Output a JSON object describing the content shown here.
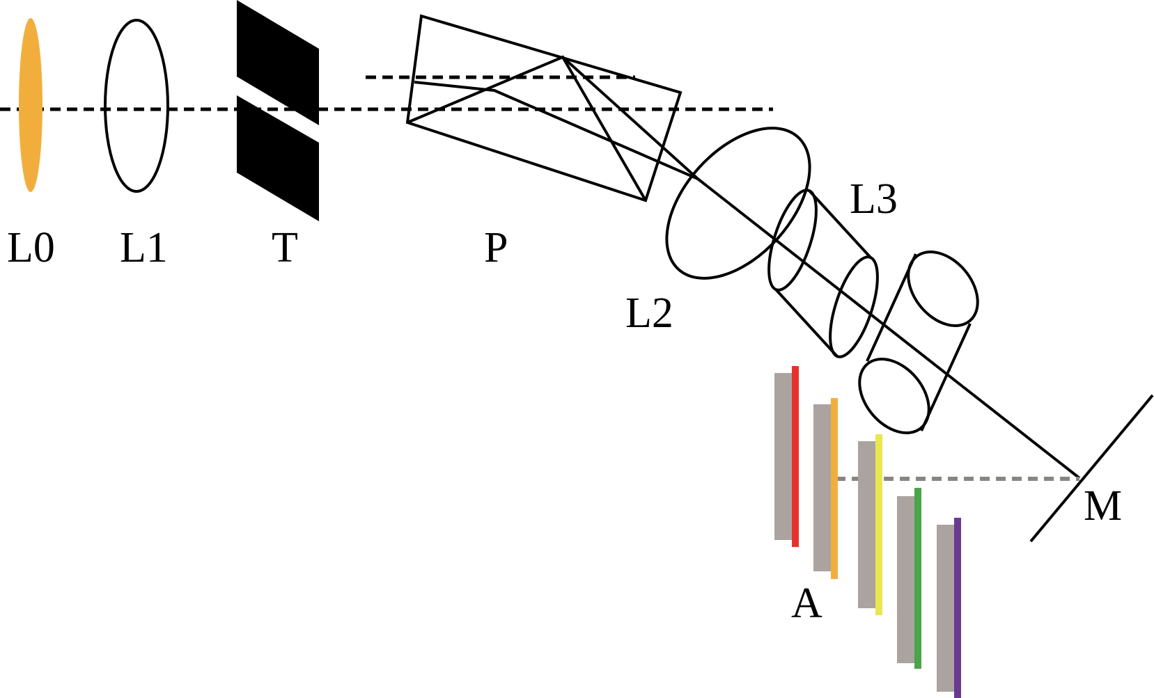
{
  "labels": {
    "l0": "L0",
    "l1": "L1",
    "t": "T",
    "p": "P",
    "l2": "L2",
    "l3": "L3",
    "a": "A",
    "m": "M"
  },
  "colors": {
    "lens_fill": "#f2ae3d",
    "stroke": "#000000",
    "grey_plate": "#aaa3a0",
    "grey_beam": "#8a8582",
    "strip_red": "#e8312e",
    "strip_orange": "#f2ae3d",
    "strip_yellow": "#e9e650",
    "strip_green": "#4aa54a",
    "strip_purple": "#6a3a8f"
  }
}
